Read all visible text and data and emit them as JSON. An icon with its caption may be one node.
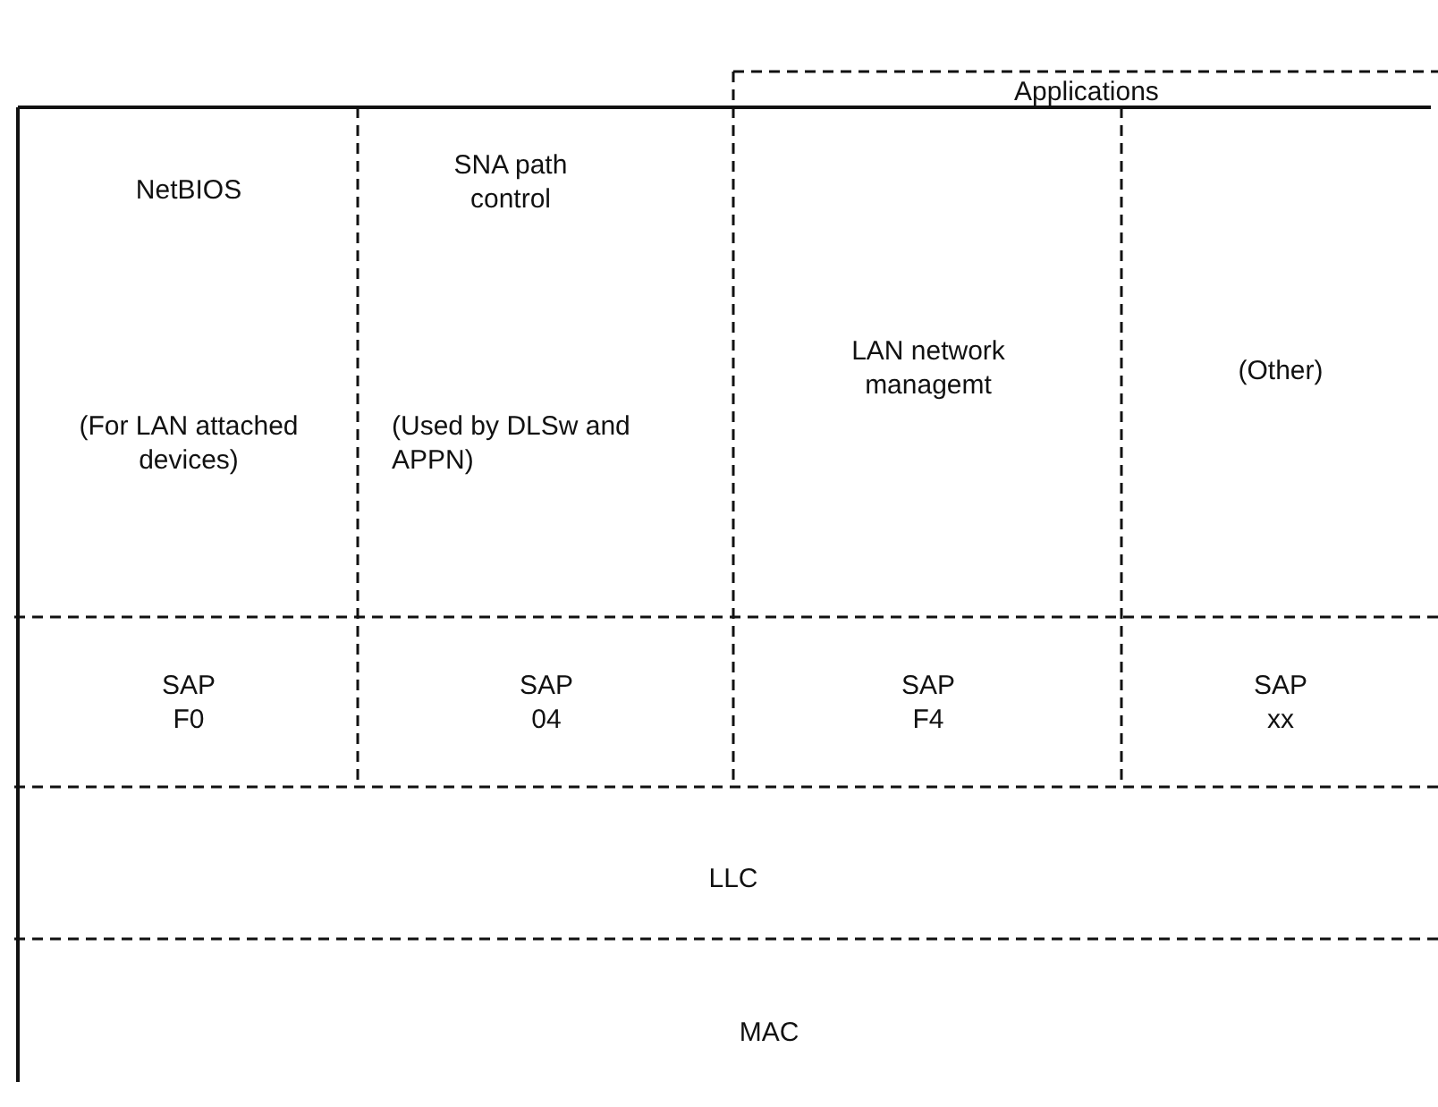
{
  "diagram": {
    "nodes": [
      {
        "text": [
          "Applications"
        ]
      },
      {
        "text": [
          "NetBIOS",
          "(For LAN attached devices)"
        ]
      },
      {
        "text": [
          "SNA path control",
          "(Used by DLSw and APPN)"
        ]
      },
      {
        "text": [
          "LAN network managemt"
        ]
      },
      {
        "text": [
          "(Other)"
        ]
      },
      {
        "text": [
          "SAP F0"
        ]
      },
      {
        "text": [
          "SAP 04"
        ]
      },
      {
        "text": [
          "SAP F4"
        ]
      },
      {
        "text": [
          "SAP xx"
        ]
      },
      {
        "text": [
          "LLC"
        ]
      },
      {
        "text": [
          "MAC"
        ]
      }
    ]
  }
}
